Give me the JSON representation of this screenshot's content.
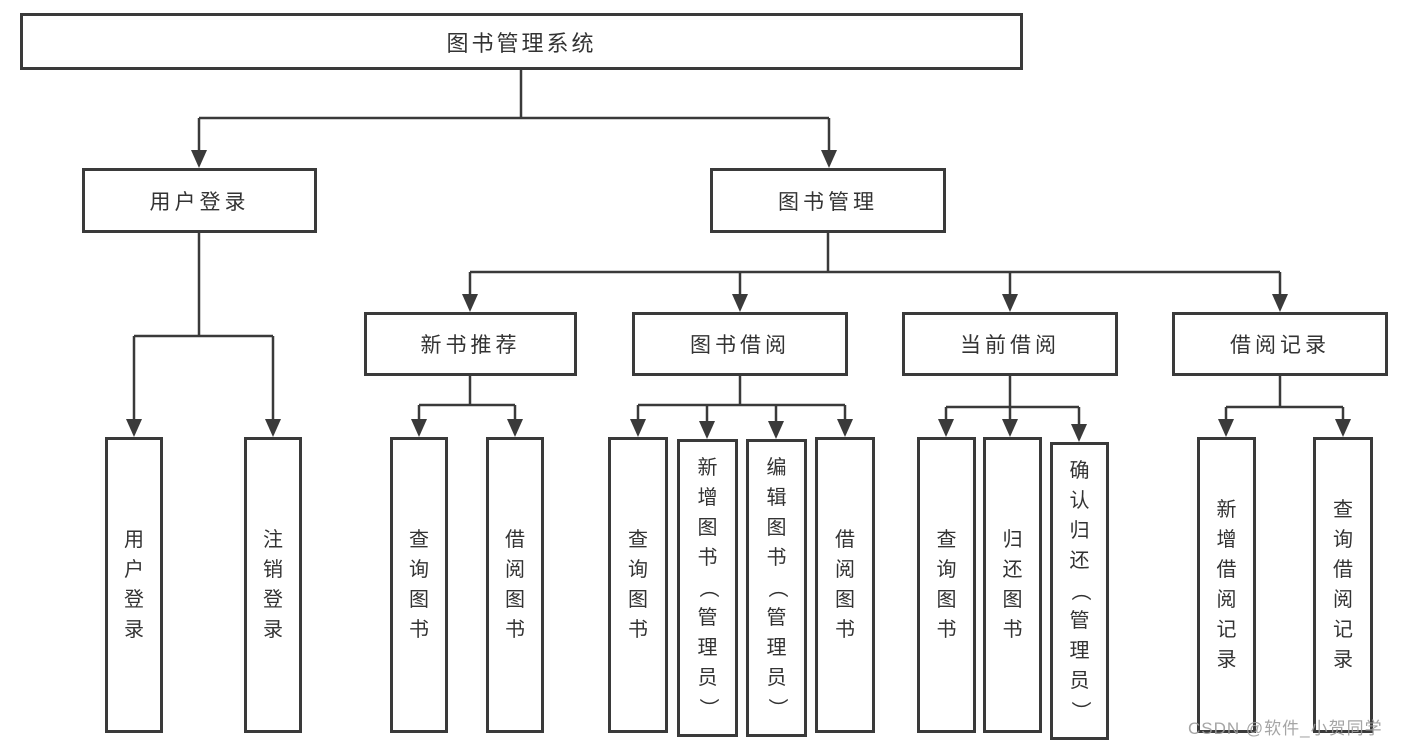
{
  "diagram": {
    "tree": {
      "label": "图书管理系统",
      "children": [
        {
          "label": "用户登录",
          "children": [
            {
              "label": "用户登录"
            },
            {
              "label": "注销登录"
            }
          ]
        },
        {
          "label": "图书管理",
          "children": [
            {
              "label": "新书推荐",
              "children": [
                {
                  "label": "查询图书"
                },
                {
                  "label": "借阅图书"
                }
              ]
            },
            {
              "label": "图书借阅",
              "children": [
                {
                  "label": "查询图书"
                },
                {
                  "label": "新增图书（管理员）"
                },
                {
                  "label": "编辑图书（管理员）"
                },
                {
                  "label": "借阅图书"
                }
              ]
            },
            {
              "label": "当前借阅",
              "children": [
                {
                  "label": "查询图书"
                },
                {
                  "label": "归还图书"
                },
                {
                  "label": "确认归还（管理员）"
                }
              ]
            },
            {
              "label": "借阅记录",
              "children": [
                {
                  "label": "新增借阅记录"
                },
                {
                  "label": "查询借阅记录"
                }
              ]
            }
          ]
        }
      ]
    },
    "colors": {
      "line": "#3a3a3a",
      "text": "#333333",
      "box_background": "#ffffff",
      "watermark": "#9c9c9c"
    }
  },
  "watermark": {
    "text": "CSDN @软件_小贺同学"
  }
}
